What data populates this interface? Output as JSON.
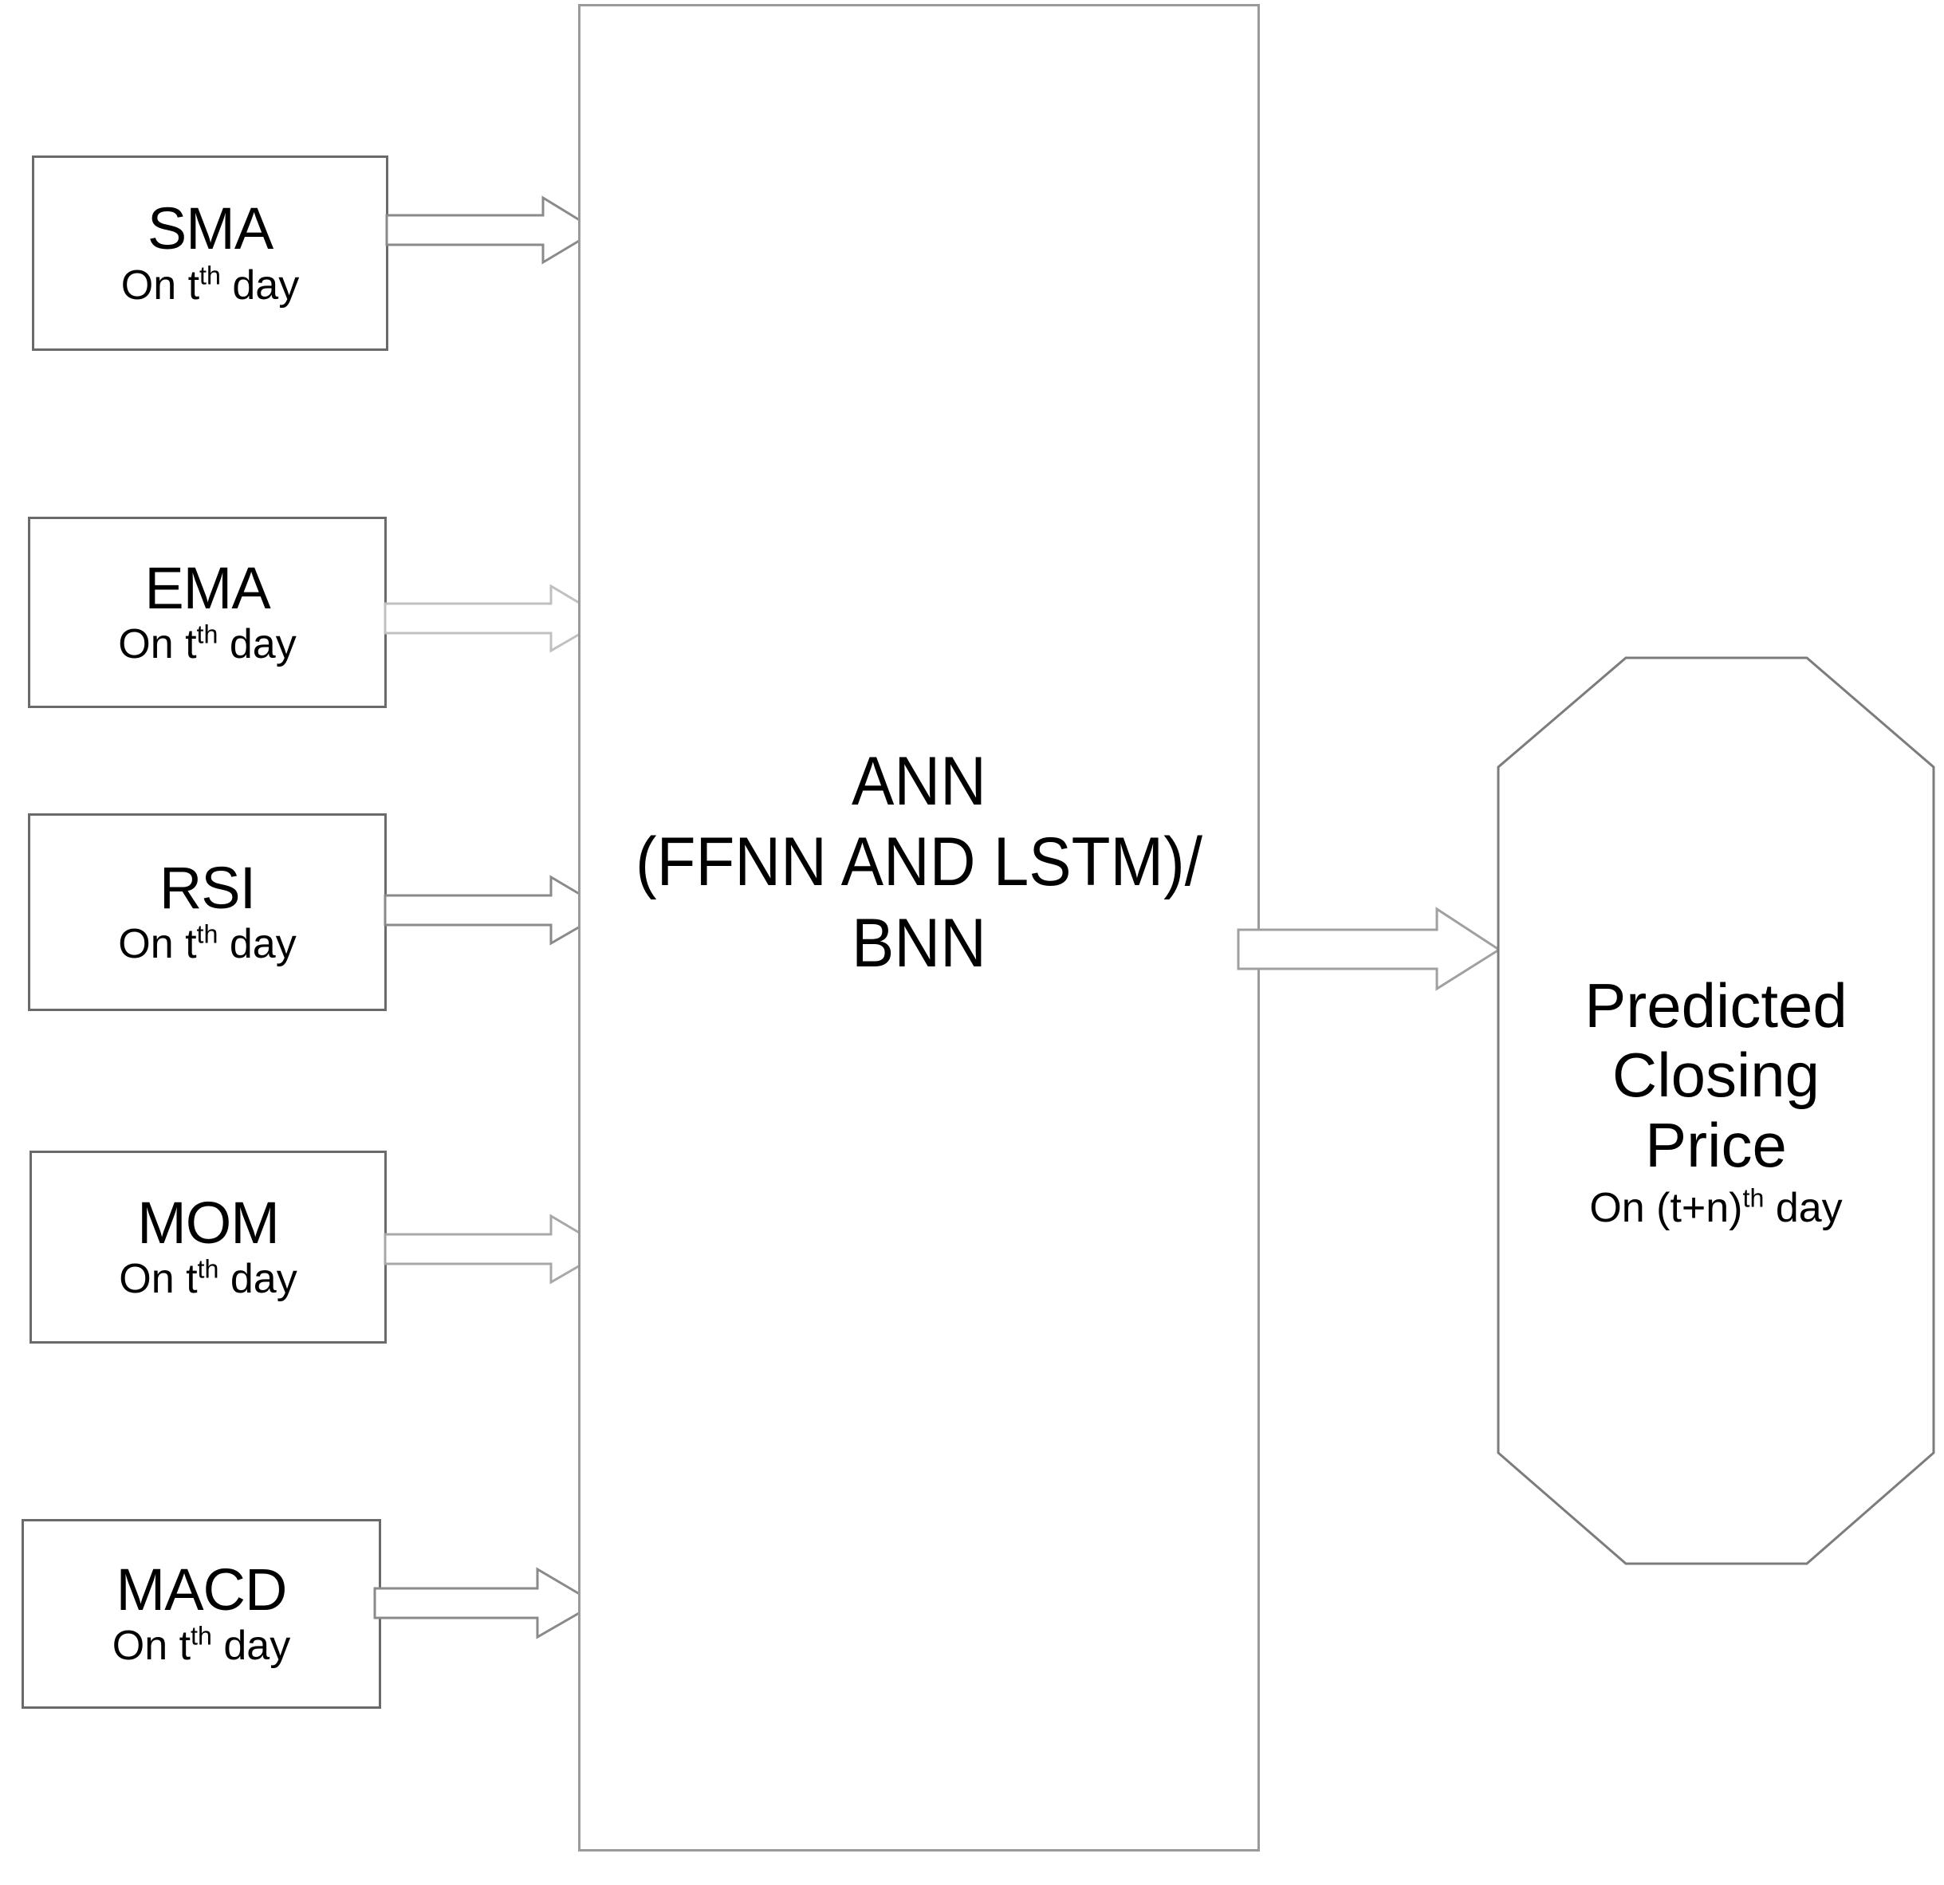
{
  "diagram": {
    "title": "Technical indicator inputs to neural network model producing predicted closing price",
    "line_color": "#6a6a6a",
    "arrow_color": "#8a8a8a",
    "text_color": "#000000",
    "background": "#ffffff"
  },
  "inputs": [
    {
      "id": "sma",
      "title": "SMA",
      "sub_prefix": "On t",
      "sub_sup": "th",
      "sub_suffix": " day"
    },
    {
      "id": "ema",
      "title": "EMA",
      "sub_prefix": "On t",
      "sub_sup": "th",
      "sub_suffix": " day"
    },
    {
      "id": "rsi",
      "title": "RSI",
      "sub_prefix": "On t",
      "sub_sup": "th",
      "sub_suffix": " day"
    },
    {
      "id": "mom",
      "title": "MOM",
      "sub_prefix": "On t",
      "sub_sup": "th",
      "sub_suffix": " day"
    },
    {
      "id": "macd",
      "title": "MACD",
      "sub_prefix": "On t",
      "sub_sup": "th",
      "sub_suffix": " day"
    }
  ],
  "model": {
    "line1": "ANN",
    "line2": "(FFNN AND LSTM)/",
    "line3": "BNN"
  },
  "output": {
    "line1": "Predicted",
    "line2": "Closing",
    "line3": "Price",
    "sub_prefix": "On (t+n)",
    "sub_sup": "th",
    "sub_suffix": " day"
  },
  "connectors": {
    "sma_to_model": "block-arrow-right",
    "ema_to_model": "block-arrow-right",
    "rsi_to_model": "block-arrow-right",
    "mom_to_model": "block-arrow-right",
    "macd_to_model": "block-arrow-right",
    "model_to_output": "block-arrow-right"
  }
}
